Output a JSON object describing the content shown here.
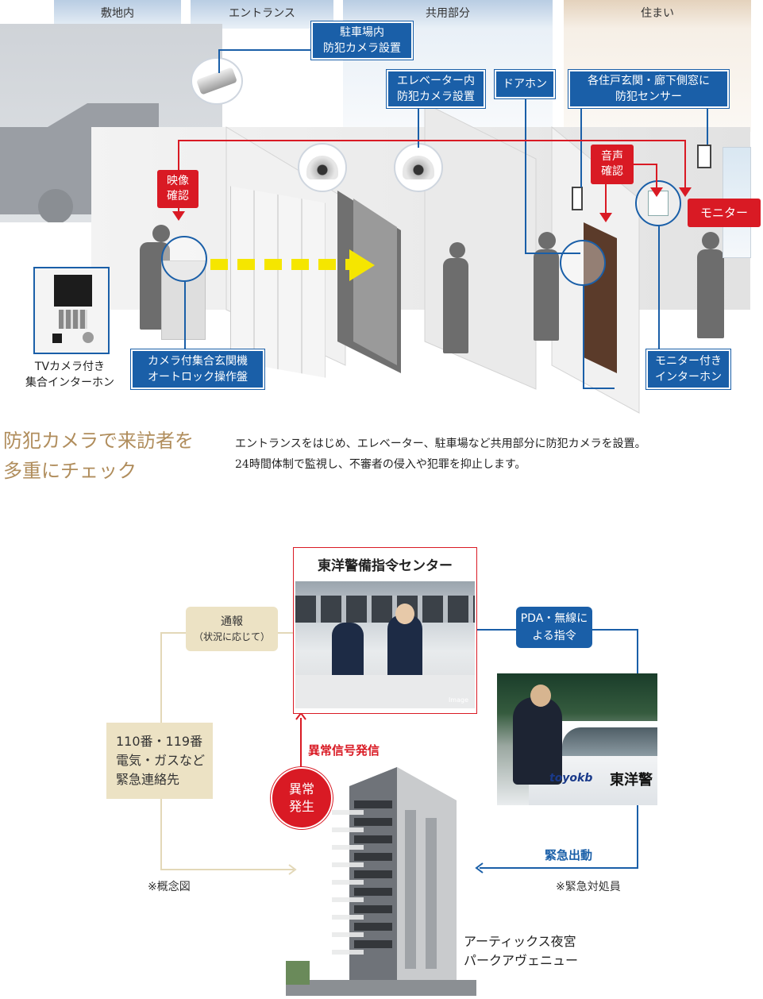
{
  "zones": [
    "敷地内",
    "エントランス",
    "共用部分",
    "住まい"
  ],
  "labels": {
    "parking_camera": [
      "駐車場内",
      "防犯カメラ設置"
    ],
    "elevator_camera": [
      "エレベーター内",
      "防犯カメラ設置"
    ],
    "door_phone": "ドアホン",
    "sensor": [
      "各住戸玄関・廊下側窓に",
      "防犯センサー"
    ],
    "video_check": [
      "映像",
      "確認"
    ],
    "audio_check": [
      "音声",
      "確認"
    ],
    "monitor": "モニター",
    "autolock_panel": [
      "カメラ付集合玄関機",
      "オートロック操作盤"
    ],
    "monitor_intercom": [
      "モニター付き",
      "インターホン"
    ],
    "tv_intercom": [
      "TVカメラ付き",
      "集合インターホン"
    ]
  },
  "section1": {
    "heading": [
      "防犯カメラで来訪者を",
      "多重にチェック"
    ],
    "body": [
      "エントランスをはじめ、エレベーター、駐車場など共用部分に防犯カメラを設置。",
      "24時間体制で監視し、不審者の侵入や犯罪を抑止します。"
    ]
  },
  "section2": {
    "center_title": "東洋警備指令センター",
    "image_note": "Image",
    "report": [
      "通報",
      "（状況に応じて）"
    ],
    "pda": [
      "PDA・無線に",
      "よる指令"
    ],
    "emergency_contacts": [
      "110番・119番",
      "電気・ガスなど",
      "緊急連絡先"
    ],
    "signal": "異常信号発信",
    "anomaly": [
      "異常",
      "発生"
    ],
    "dispatch": "緊急出動",
    "concept_note": "※概念図",
    "responder_note": "※緊急対処員",
    "building_name": [
      "アーティックス夜宮",
      "パークアヴェニュー"
    ],
    "car_text": "東洋警",
    "car_logo": "toyokb"
  },
  "colors": {
    "blue": "#1a5fa8",
    "red": "#d91a24",
    "gold": "#b08d5c",
    "beige": "#ece2c4",
    "arrow_yellow": "#f5e600"
  }
}
